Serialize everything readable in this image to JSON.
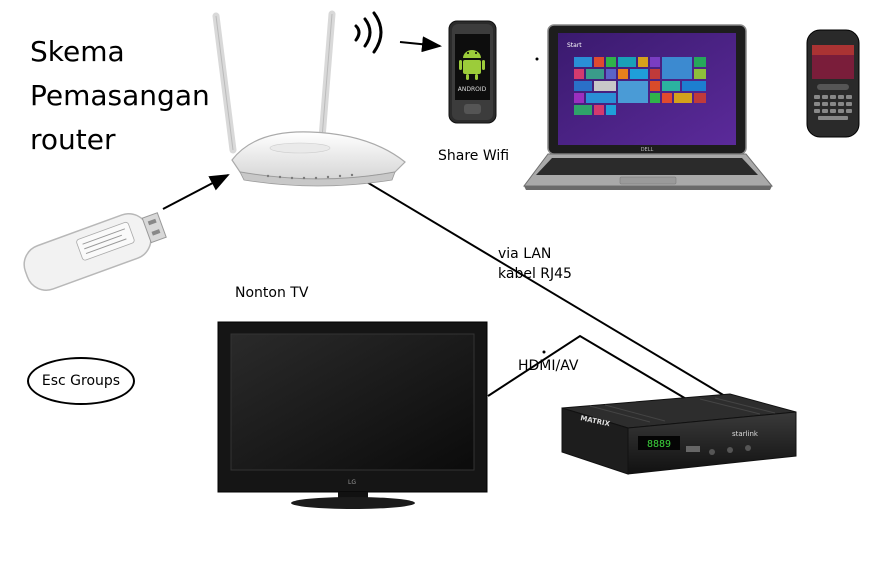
{
  "title": {
    "line1": "Skema",
    "line2": "Pemasangan",
    "line3": "router"
  },
  "labels": {
    "share_wifi": "Share Wifi",
    "via_lan_line1": "via LAN",
    "via_lan_line2": "kabel RJ45",
    "nonton_tv": "Nonton TV",
    "hdmi_av": "HDMI/AV",
    "esc_groups": "Esc Groups"
  },
  "device_text": {
    "laptop_start": "Start",
    "laptop_brand": "DELL",
    "tv_brand": "LG",
    "stb_brand": "MATRIX",
    "stb_model": "starlink",
    "stb_display": "8889",
    "phone_os": "ANDROID"
  }
}
